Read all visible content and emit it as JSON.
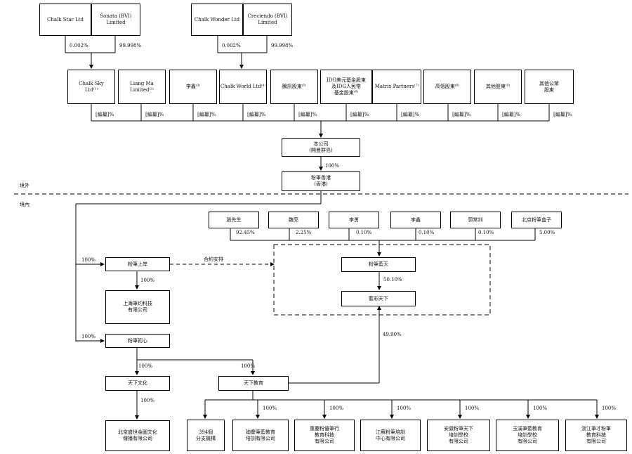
{
  "region": {
    "offshore": "境外",
    "onshore": "境內"
  },
  "top_holders": [
    {
      "name": "Chalk Star Ltd"
    },
    {
      "name": "Sonata (BVI)\nLimited"
    },
    {
      "name": "Chalk Wonder Ltd"
    },
    {
      "name": "Creciendo (BVI)\nLimited"
    }
  ],
  "top_pcts": [
    "0.002%",
    "99.998%",
    "0.002%",
    "99.998%"
  ],
  "shareholders": [
    {
      "name": "Chalk Sky\nLtd⁽¹⁾",
      "pct": "[編纂]%"
    },
    {
      "name": "Liang Ma\nLimited⁽²⁾",
      "pct": "[編纂]%"
    },
    {
      "name": "李鑫⁽³⁾",
      "pct": "[編纂]%"
    },
    {
      "name": "Chalk World Ltd⁽⁴⁾",
      "pct": "[編纂]%"
    },
    {
      "name": "騰訊股東⁽⁵⁾",
      "pct": "[編纂]%"
    },
    {
      "name": "IDG美元基金股東\n及IDG人民幣\n基金股東⁽⁶⁾",
      "pct": "[編纂]%"
    },
    {
      "name": "Matrix Partners⁽⁷⁾",
      "pct": "[編纂]%"
    },
    {
      "name": "高瓴股東⁽⁸⁾",
      "pct": "[編纂]%"
    },
    {
      "name": "其他股東⁽⁹⁾",
      "pct": "[編纂]%"
    },
    {
      "name": "其他公眾\n股東",
      "pct": "[編纂]%"
    }
  ],
  "company": "本公司\n(開曼群島)",
  "hk": {
    "name": "粉筆香港\n(香港)",
    "pct": "100%"
  },
  "onshore_holders": [
    {
      "name": "張先生",
      "pct": "92.45%"
    },
    {
      "name": "魏亮",
      "pct": "2.25%"
    },
    {
      "name": "李勇",
      "pct": "0.10%"
    },
    {
      "name": "李鑫",
      "pct": "0.10%"
    },
    {
      "name": "郭常圳",
      "pct": "0.10%"
    },
    {
      "name": "北京粉筆盒子",
      "pct": "5.00%"
    }
  ],
  "wfoe1": {
    "name": "粉筆上岸",
    "pct": "100%"
  },
  "contract_label": "合約安排",
  "shanghai": {
    "name": "上海筆灼科技\n有限公司",
    "pct": "100%"
  },
  "fenbi_lantian": "粉筆藍天",
  "lantian_pct": "50.10%",
  "lancai": "藍彩天下",
  "wfoe2": {
    "name": "粉筆初心",
    "pct": "100%"
  },
  "lancai_pct": "49.90%",
  "culture": {
    "name": "天下文化",
    "pct": "100%"
  },
  "education": {
    "name": "天下教育",
    "pct": "100%"
  },
  "beijing_culture": {
    "name": "北京盛世金圖文化\n傳播有限公司",
    "pct": "100%"
  },
  "subs": [
    {
      "name": "394個\n分支機構",
      "pct": ""
    },
    {
      "name": "廸慶筆藍教育\n培訓有限公司",
      "pct": "100%"
    },
    {
      "name": "重慶粉優筆行\n教育科技\n有限公司",
      "pct": "100%"
    },
    {
      "name": "江蘇粉筆培訓\n中心有限公司",
      "pct": "100%"
    },
    {
      "name": "安徽粉筆天下\n培訓學校\n有限公司",
      "pct": "100%"
    },
    {
      "name": "玉溪筆藍教育\n培訓學校\n有限公司",
      "pct": "100%"
    },
    {
      "name": "浙江筆才粉筆\n教育科技\n有限公司",
      "pct": "100%"
    }
  ]
}
